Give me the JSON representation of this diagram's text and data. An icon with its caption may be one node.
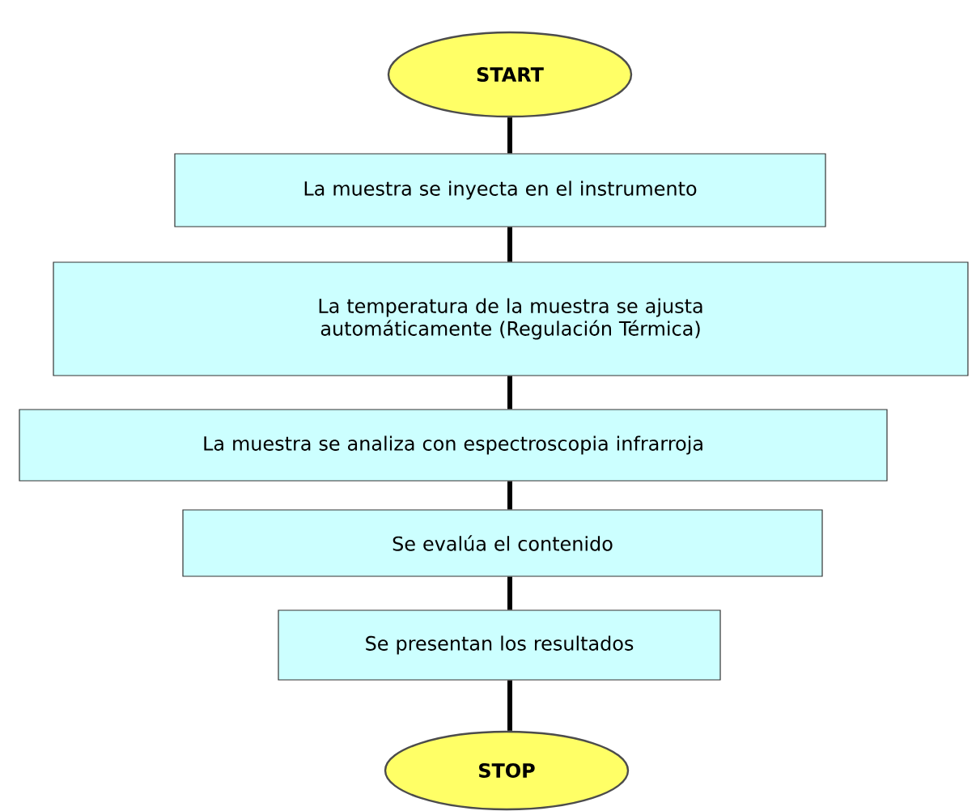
{
  "diagram": {
    "nodes": [
      {
        "text": [
          "START"
        ]
      },
      {
        "text": [
          "La muestra se inyecta en el instrumento"
        ]
      },
      {
        "text": [
          "La temperatura de la muestra se ajusta automáticamente (Regulación Térmica)"
        ]
      },
      {
        "text": [
          "La muestra se analiza con espectroscopia infrarroja"
        ]
      },
      {
        "text": [
          "Se evalúa el contenido"
        ]
      },
      {
        "text": [
          "Se presentan los resultados"
        ]
      },
      {
        "text": [
          "STOP"
        ]
      }
    ],
    "edges": [
      {
        "from": 0,
        "to": 1,
        "arrow": "none"
      },
      {
        "from": 1,
        "to": 2,
        "arrow": "none"
      },
      {
        "from": 2,
        "to": 3,
        "arrow": "none"
      },
      {
        "from": 3,
        "to": 4,
        "arrow": "none"
      },
      {
        "from": 4,
        "to": 5,
        "arrow": "none"
      },
      {
        "from": 5,
        "to": 6,
        "arrow": "none"
      }
    ]
  }
}
